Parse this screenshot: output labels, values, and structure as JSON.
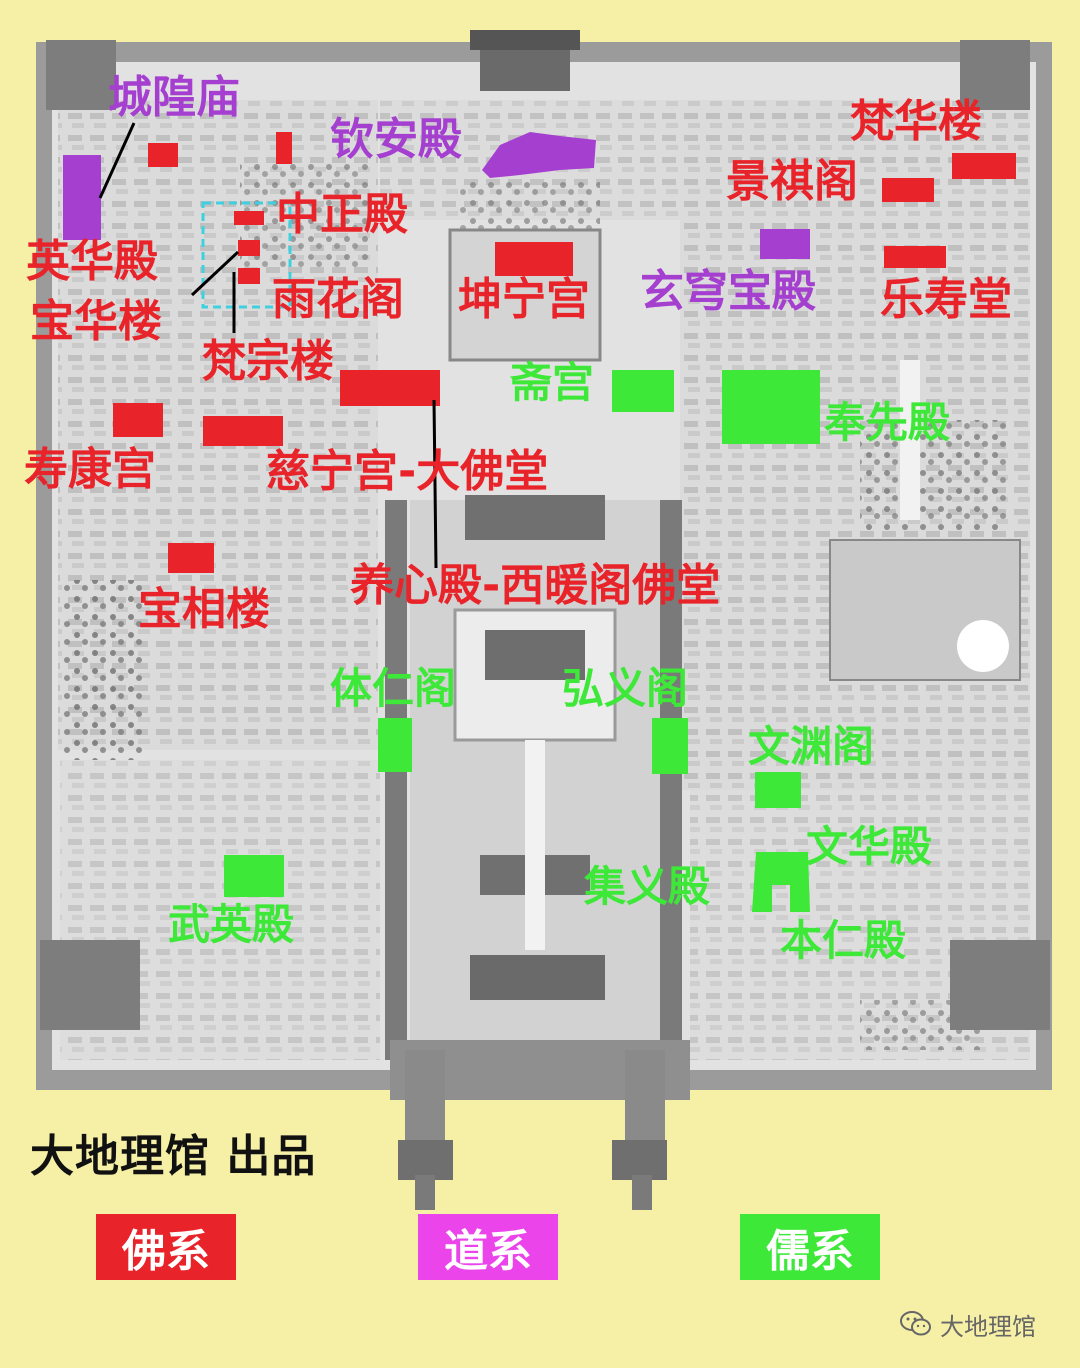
{
  "labels": {
    "chenghuangmiao": "城隍庙",
    "qinandian": "钦安殿",
    "fanhualou": "梵华楼",
    "jingqige": "景祺阁",
    "zhongzhengdian": "中正殿",
    "yinghuadian": "英华殿",
    "baohualou": "宝华楼",
    "yuhuage": "雨花阁",
    "kunninggong": "坤宁宫",
    "xuanqiongbaodian": "玄穹宝殿",
    "leshoutang": "乐寿堂",
    "fanzonglou": "梵宗楼",
    "zhaigong": "斋宫",
    "fengxiandian": "奉先殿",
    "shoukanggong": "寿康宫",
    "cininggong": "慈宁宫-大佛堂",
    "yangxindian": "养心殿-西暖阁佛堂",
    "baoxianglou": "宝相楼",
    "tirenge": "体仁阁",
    "hongyige": "弘义阁",
    "wenyuange": "文渊阁",
    "wenhuadian": "文华殿",
    "jiyidian": "集义殿",
    "wuyingdian": "武英殿",
    "benrendian": "本仁殿"
  },
  "credit": "大地理馆 出品",
  "legend": {
    "buddhist": "佛系",
    "taoist": "道系",
    "confucian": "儒系"
  },
  "watermark": "大地理馆",
  "colors": {
    "background": "#f6f0a6",
    "buddhist": "#e8242a",
    "taoist": "#a53fd0",
    "confucian": "#3ee839",
    "wall": "#9b9b9b",
    "ground": "#e0e0e0"
  }
}
